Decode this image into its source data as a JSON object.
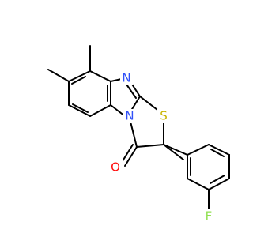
{
  "atoms": {
    "n_top": {
      "text": "N",
      "color": "#3050f8"
    },
    "n_bottom": {
      "text": "N",
      "color": "#3050f8"
    },
    "s": {
      "text": "S",
      "color": "#c8b400"
    },
    "o": {
      "text": "O",
      "color": "#ff0d0d"
    },
    "f": {
      "text": "F",
      "color": "#90e050"
    }
  }
}
